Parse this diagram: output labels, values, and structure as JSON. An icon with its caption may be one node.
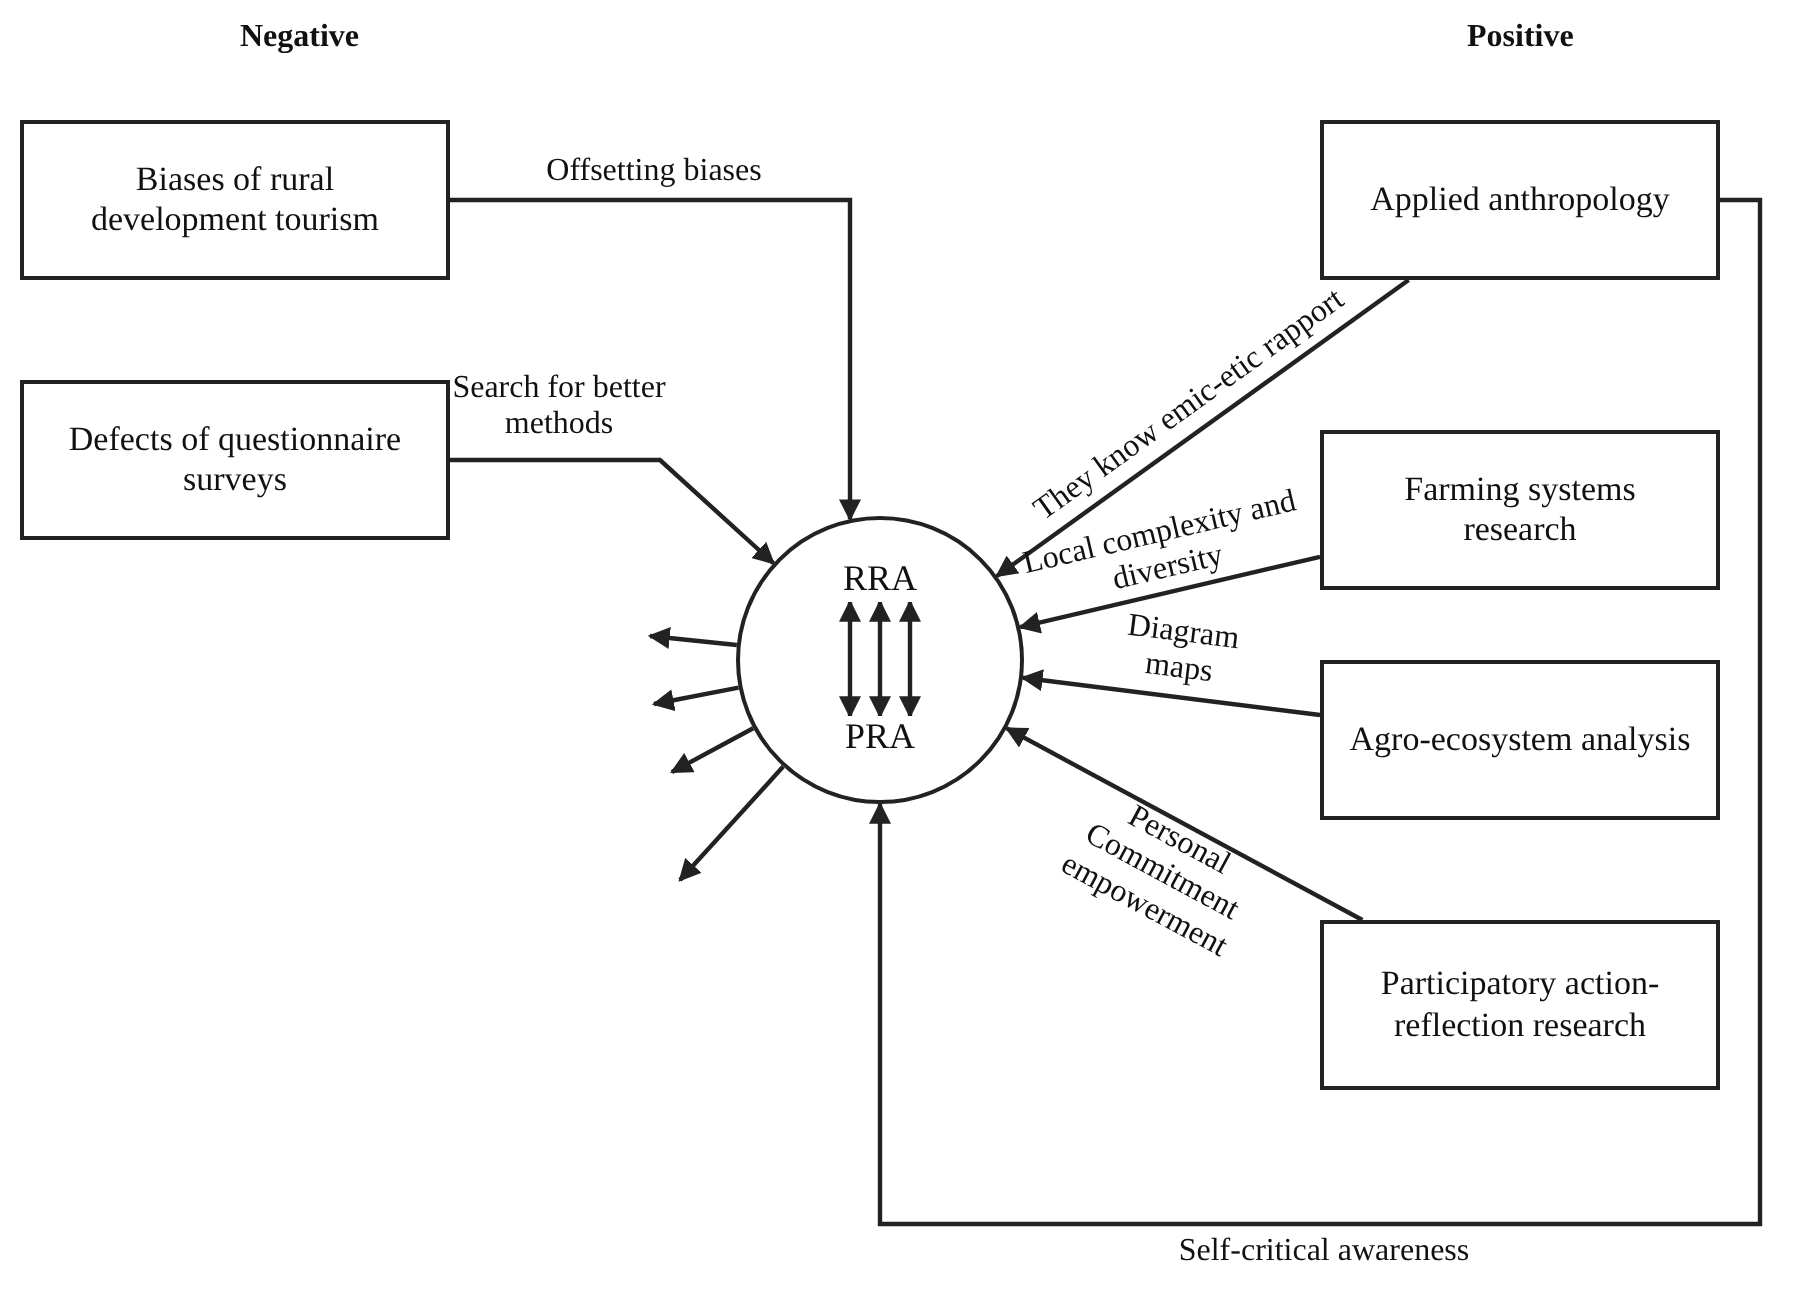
{
  "diagram": {
    "nodes": [
      {
        "text": [
          "Biases of rural development tourism"
        ]
      },
      {
        "text": [
          "Defects of questionnaire surveys"
        ]
      },
      {
        "text": [],
        "shape": "circle"
      },
      {
        "text": [
          "RRA"
        ],
        "in": 2
      },
      {
        "text": [
          "PRA"
        ],
        "in": 2
      },
      {
        "text": [
          "Applied anthropology"
        ]
      },
      {
        "text": [
          "Farming systems research"
        ]
      },
      {
        "text": [
          "Agro-ecosystem analysis"
        ]
      },
      {
        "text": [
          "Participatory action-reflection research"
        ]
      }
    ],
    "edges": [
      {
        "from": 0,
        "to": 2,
        "arrow": "to",
        "label": "Offsetting biases"
      },
      {
        "from": 1,
        "to": 2,
        "arrow": "to",
        "label": "Search for better methods"
      },
      {
        "from": 3,
        "to": 4,
        "arrow": "both"
      },
      {
        "from": 3,
        "to": 4,
        "arrow": "both"
      },
      {
        "from": 3,
        "to": 4,
        "arrow": "both"
      },
      {
        "from": 5,
        "to": 2,
        "arrow": "to",
        "label": "They know emic-etic rapport"
      },
      {
        "from": 6,
        "to": 2,
        "arrow": "to",
        "label": "Local complexity and diversity"
      },
      {
        "from": 7,
        "to": 2,
        "arrow": "to",
        "label": "Diagram maps"
      },
      {
        "from": 8,
        "to": 2,
        "arrow": "to",
        "label": "Personal Commitment empowerment"
      },
      {
        "from": 5,
        "to": 2,
        "arrow": "to",
        "label": "Self-critical awareness"
      },
      {
        "from": 2,
        "to": null,
        "arrow": "to"
      },
      {
        "from": 2,
        "to": null,
        "arrow": "to"
      },
      {
        "from": 2,
        "to": null,
        "arrow": "to"
      },
      {
        "from": 2,
        "to": null,
        "arrow": "to"
      }
    ],
    "labels": [
      "Negative",
      "Positive"
    ]
  }
}
